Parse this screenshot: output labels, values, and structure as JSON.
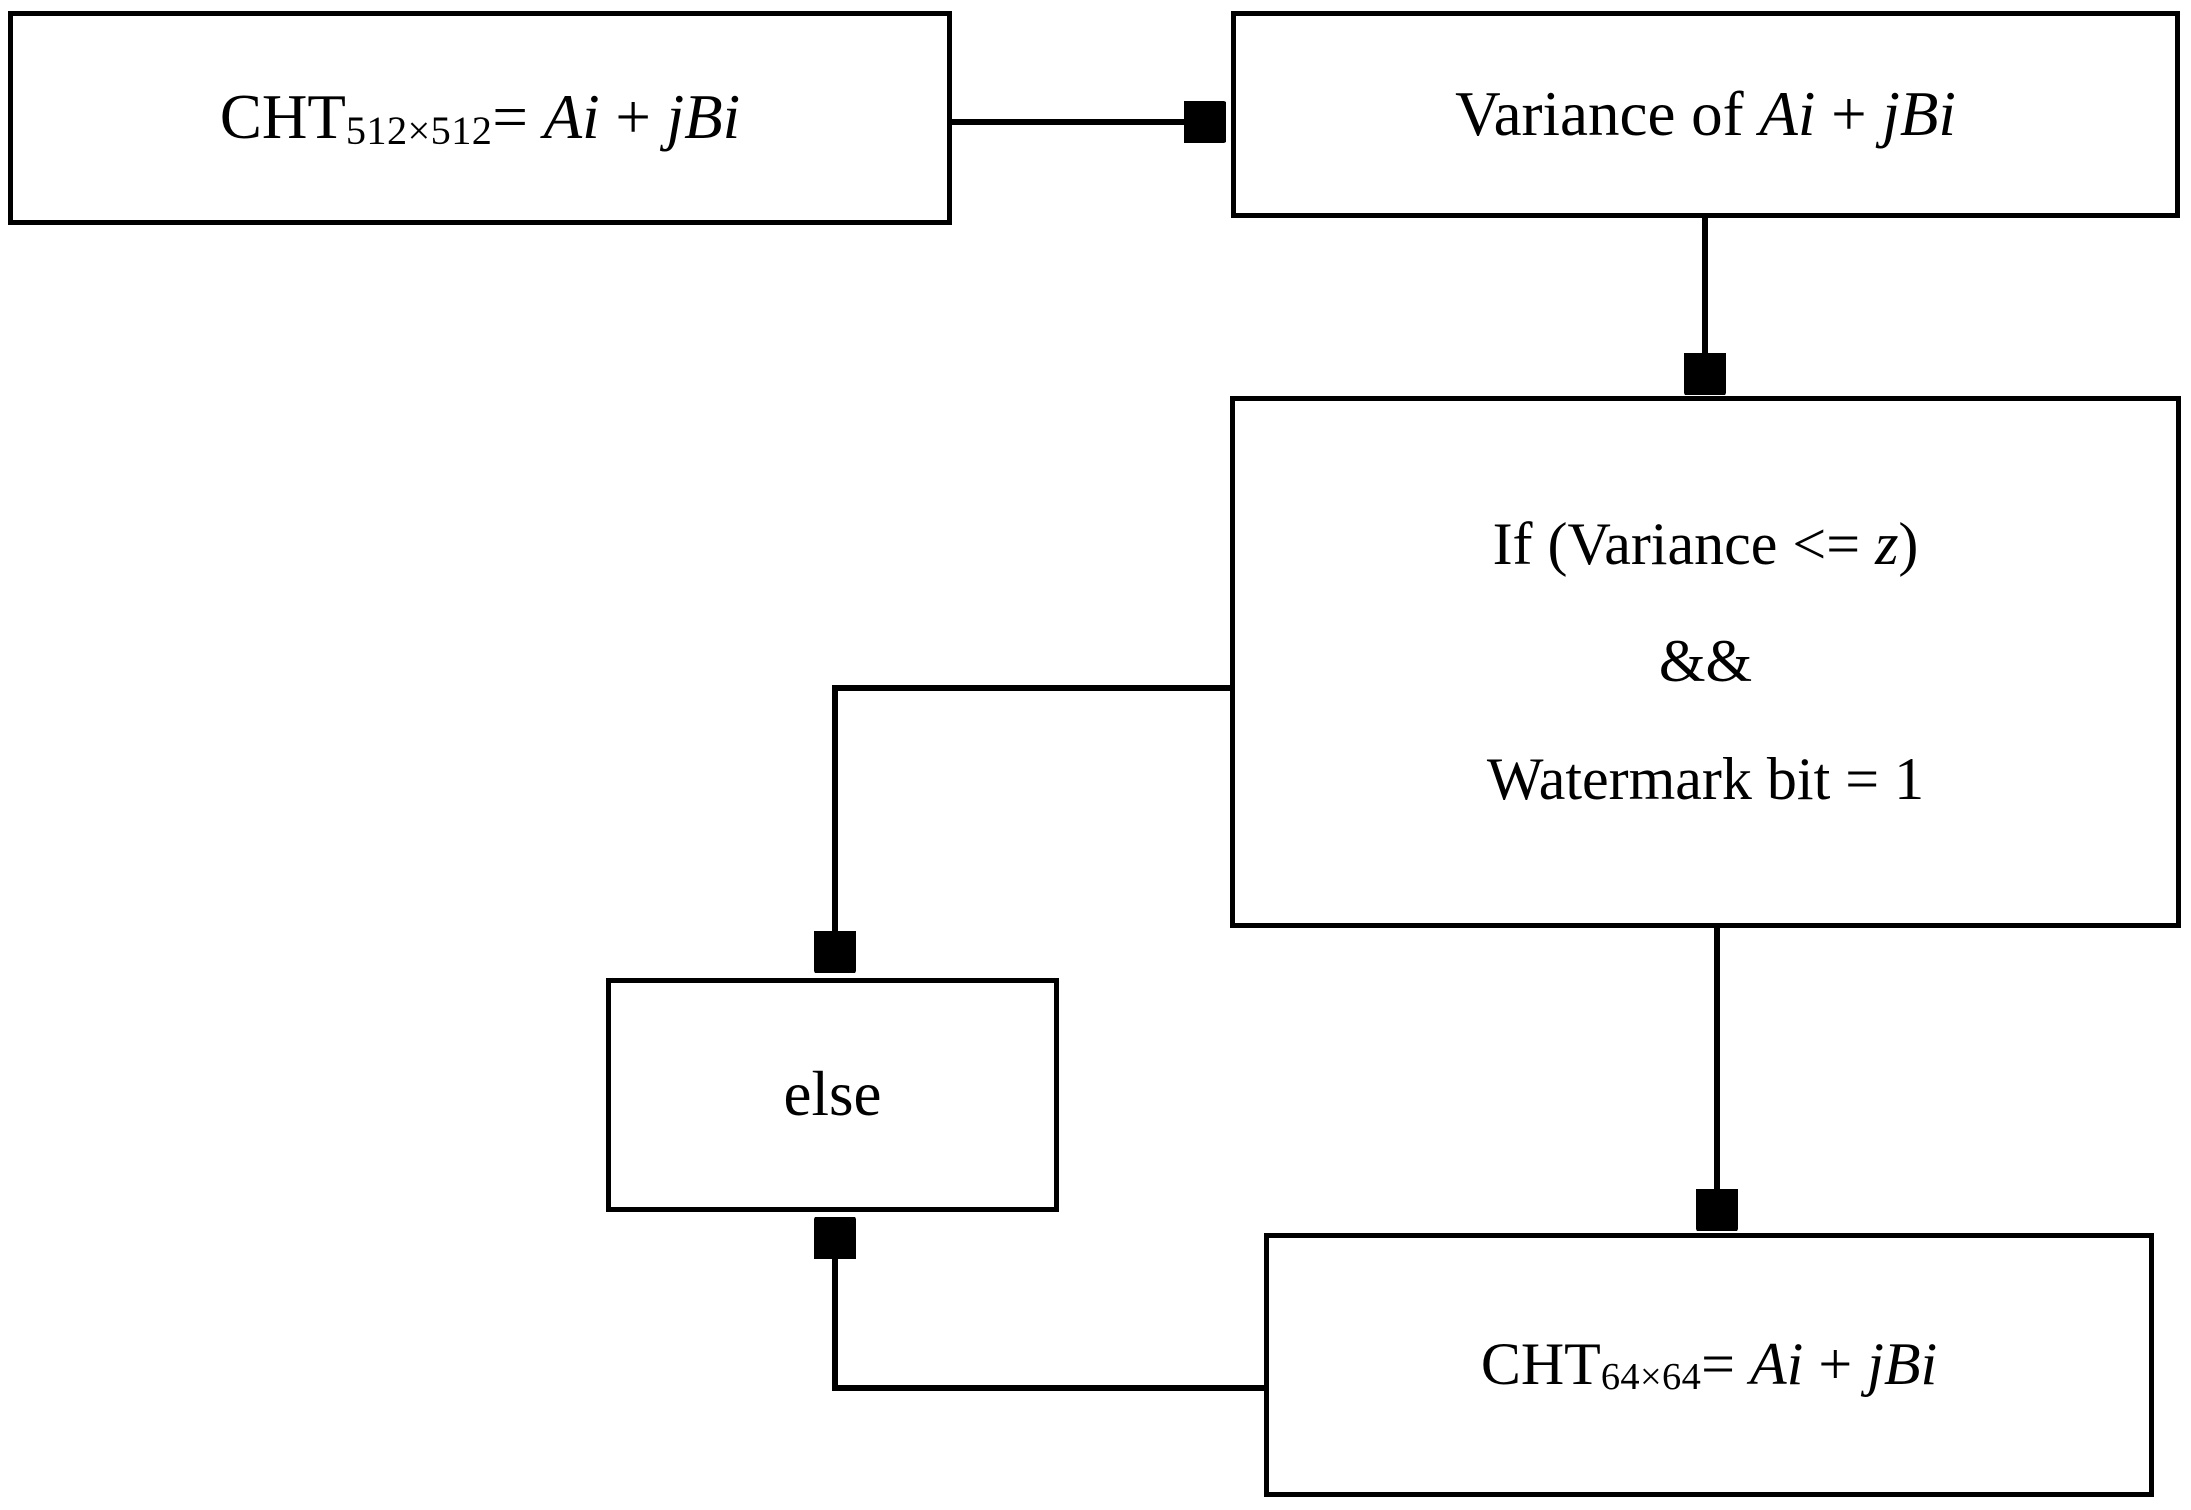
{
  "diagram": {
    "type": "flowchart",
    "title": "",
    "background": "#ffffff",
    "stroke_color": "#000000",
    "nodes": [
      {
        "id": "cht512",
        "shape": "rectangle",
        "label_prefix": "CHT",
        "label_subscript": "512×512",
        "label_suffix": "= ",
        "label_italic_a": "Ai",
        "label_plus": " + ",
        "label_italic_b": "jBi",
        "full_text": "CHT512×512= Ai + jBi"
      },
      {
        "id": "variance",
        "shape": "rectangle",
        "label_plain": "Variance of ",
        "label_italic_a": "Ai",
        "label_plus": " + ",
        "label_italic_b": "jBi",
        "full_text": "Variance of Ai + jBi"
      },
      {
        "id": "condition",
        "shape": "rectangle",
        "line1_plain": "If (Variance <= ",
        "line1_italic": "z",
        "line1_close": ")",
        "line2": "&&",
        "line3": "Watermark bit = 1",
        "full_text": "If (Variance <= z) && Watermark bit = 1"
      },
      {
        "id": "else",
        "shape": "rectangle",
        "label": "else",
        "full_text": "else"
      },
      {
        "id": "cht64",
        "shape": "rectangle",
        "label_prefix": "CHT",
        "label_subscript": "64×64",
        "label_suffix": "= ",
        "label_italic_a": "Ai",
        "label_plus": " + ",
        "label_italic_b": "jBi",
        "full_text": "CHT64×64= Ai + jBi"
      }
    ],
    "edges": [
      {
        "id": "e1",
        "from": "cht512",
        "to": "variance",
        "label": "",
        "direction": "right"
      },
      {
        "id": "e2",
        "from": "variance",
        "to": "condition",
        "label": "",
        "direction": "down"
      },
      {
        "id": "e3",
        "from": "condition",
        "to": "else",
        "label": "",
        "direction": "left-then-down"
      },
      {
        "id": "e4",
        "from": "condition",
        "to": "cht64",
        "label": "",
        "direction": "down"
      },
      {
        "id": "e5",
        "from": "cht64",
        "to": "else",
        "label": "",
        "direction": "left-then-up"
      }
    ]
  }
}
